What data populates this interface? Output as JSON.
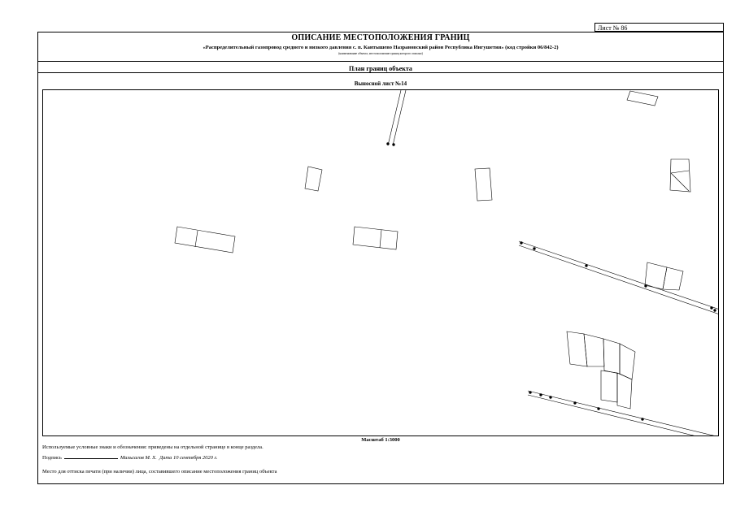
{
  "header": {
    "sheet_number": "Лист № 86",
    "title": "ОПИСАНИЕ МЕСТОПОЛОЖЕНИЯ ГРАНИЦ",
    "subtitle": "«Распределительный газопровод среднего и низкого давления с. п. Кантышево Назрановский район Республика Ингушетия» (код стройки 06/842-2)",
    "subnote": "(наименование объекта, местоположение границ которого описано)"
  },
  "plan": {
    "section_title": "План границ объекта",
    "sheet_title": "Выносной лист №14",
    "scale": "Масштаб 1:3000"
  },
  "footer": {
    "legend_note": "Используемые условные знаки и обозначения: приведены на отдельной странице в конце раздела.",
    "signature_label": "Подпись",
    "signer": "Мальсагов М. Х.",
    "date_label": "Дата",
    "date_value": "10 сентября 2020 г.",
    "stamp_note": "Место для оттиска печати (при наличии) лица, составившего описание местоположения границ объекта"
  }
}
